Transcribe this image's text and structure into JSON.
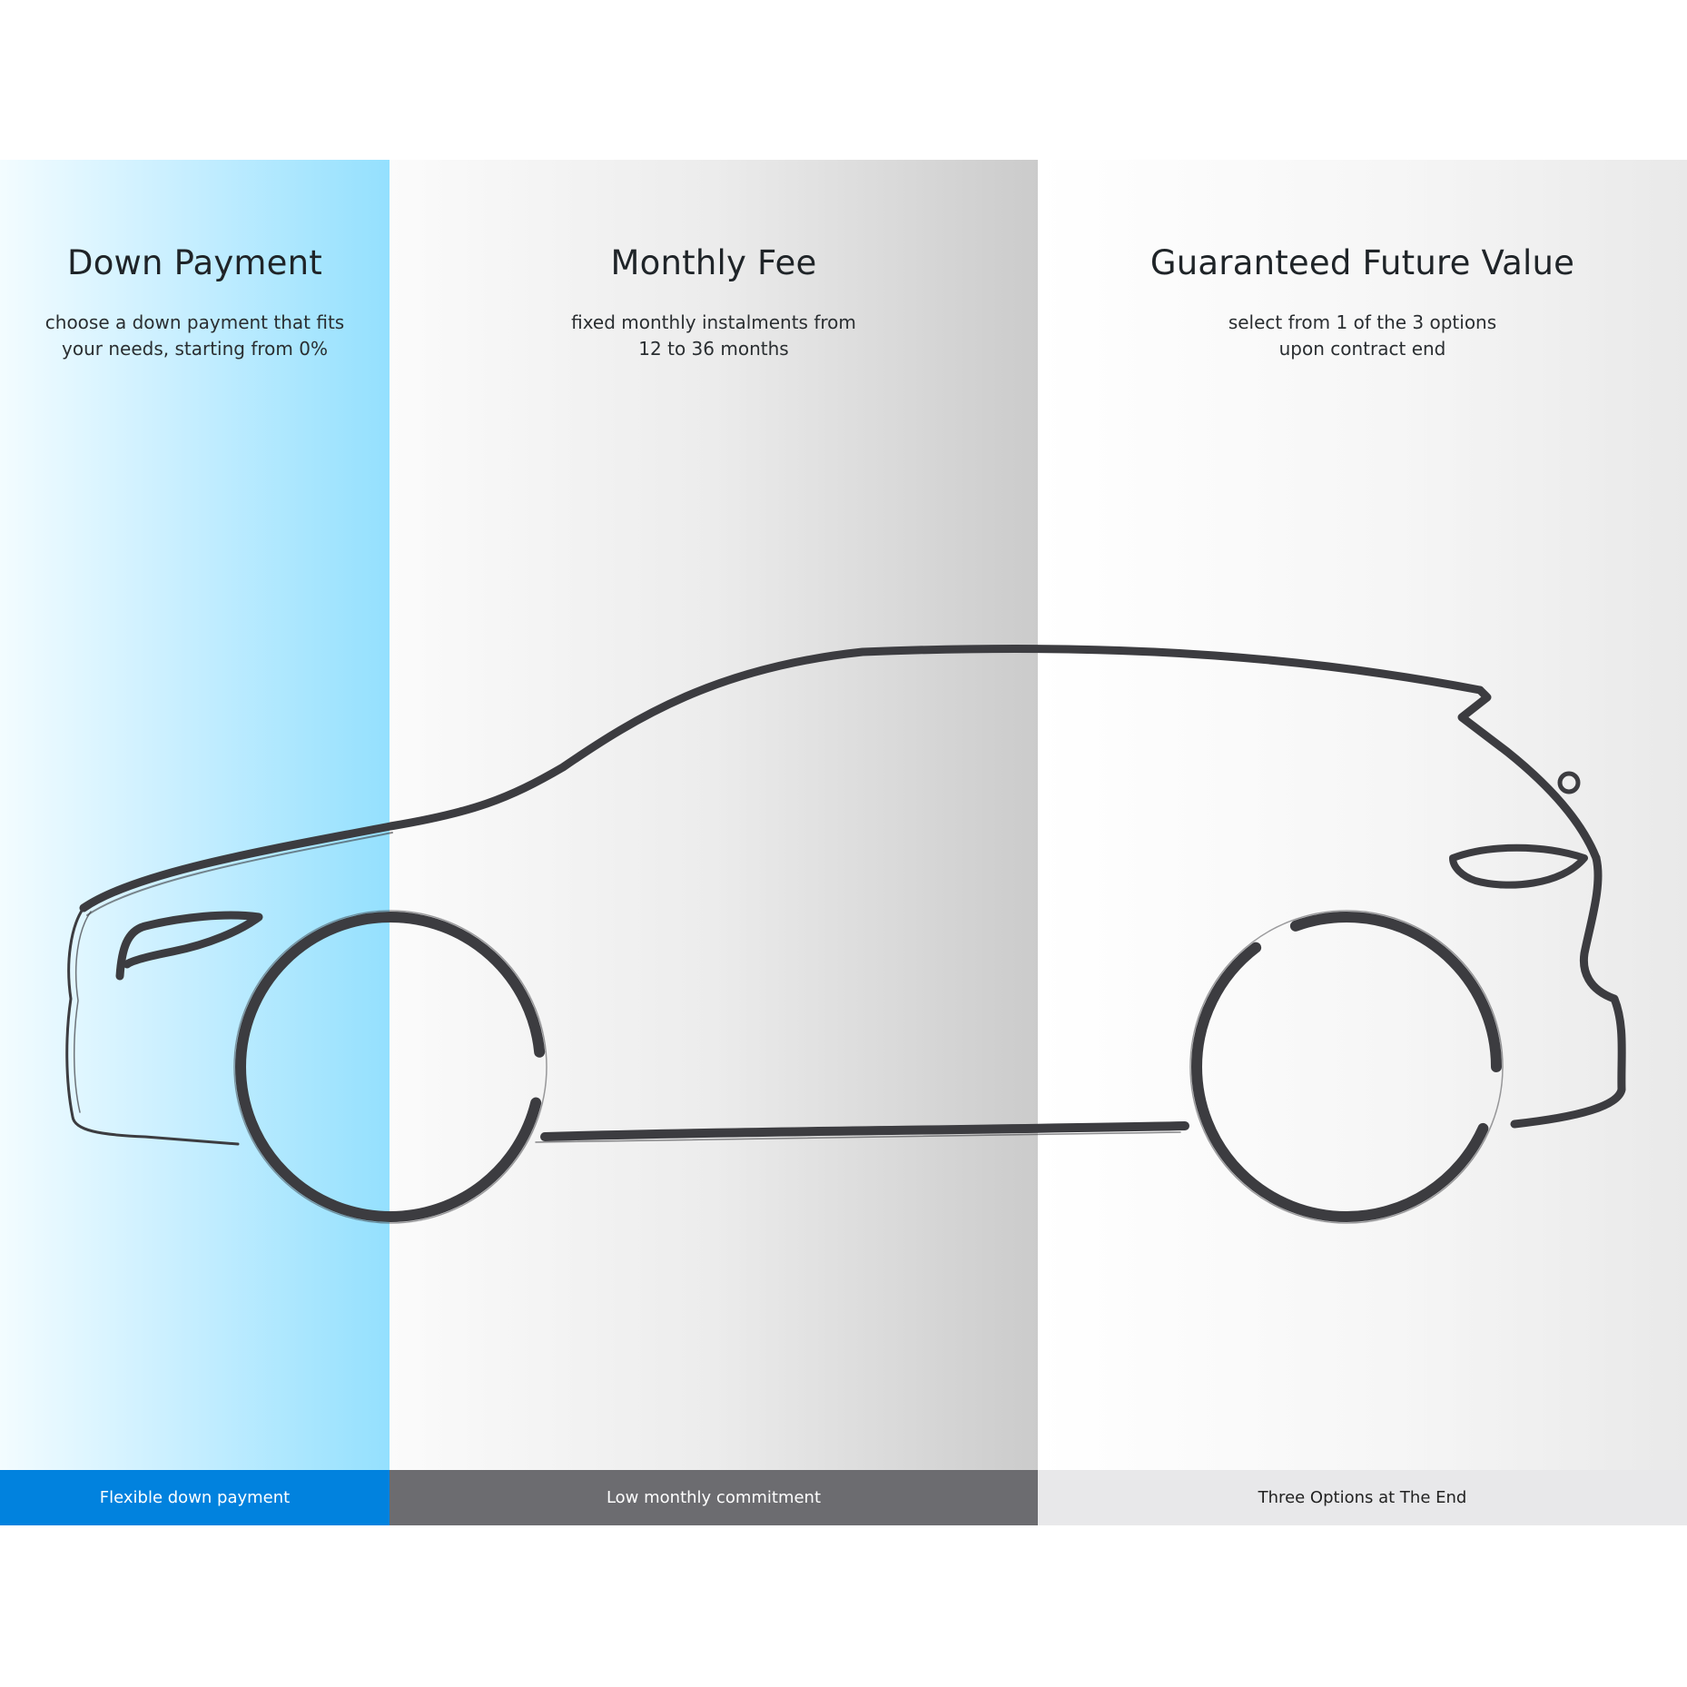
{
  "panels": [
    {
      "heading": "Down Payment",
      "subtext": [
        "choose a down payment that fits",
        "your needs, starting from 0%"
      ],
      "footer": "Flexible down payment"
    },
    {
      "heading": "Monthly Fee",
      "subtext": [
        "fixed monthly instalments from",
        "12 to 36 months"
      ],
      "footer": "Low monthly commitment"
    },
    {
      "heading": "Guaranteed Future Value",
      "subtext": [
        "select from 1 of the 3 options",
        "upon contract end"
      ],
      "footer": "Three Options at The End"
    }
  ],
  "colors": {
    "down_payment_accent": "#0182de",
    "monthly_fee_accent": "#6c6c70",
    "future_value_accent": "#e8e8ea",
    "car_outline": "#3c3c40"
  },
  "illustration": "car-outline-icon"
}
